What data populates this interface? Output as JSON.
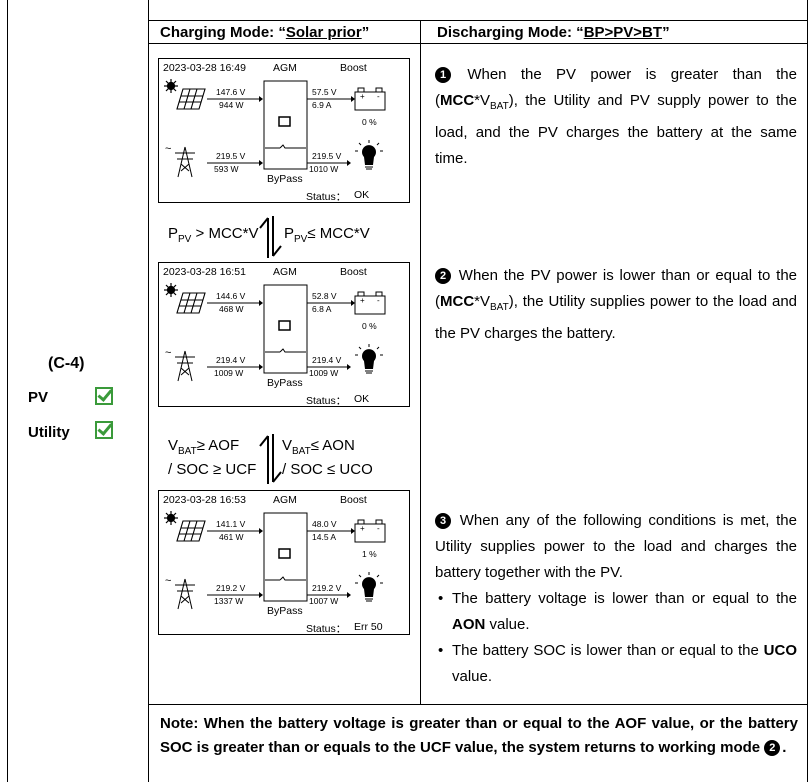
{
  "left": {
    "mode_code": "(C-4)",
    "pv_label": "PV",
    "utility_label": "Utility"
  },
  "header": {
    "charge_prefix": "Charging Mode: “",
    "charge_mode": "Solar prior",
    "charge_suffix": "”",
    "discharge_prefix": "Discharging Mode: “",
    "discharge_mode": "BP>PV>BT",
    "discharge_suffix": "”"
  },
  "screens": [
    {
      "datetime": "2023-03-28  16:49",
      "battery_type": "AGM",
      "stage": "Boost",
      "pv_v": "147.6 V",
      "pv_w": "944  W",
      "bat_v": "57.5 V",
      "bat_a": "6.9  A",
      "soc": "0 %",
      "grid_v": "219.5 V",
      "grid_w": "593  W",
      "load_v": "219.5 V",
      "load_w": "1010  W",
      "bypass": "ByPass",
      "status_label": "Status：",
      "status": "OK"
    },
    {
      "datetime": "2023-03-28  16:51",
      "battery_type": "AGM",
      "stage": "Boost",
      "pv_v": "144.6 V",
      "pv_w": "468  W",
      "bat_v": "52.8 V",
      "bat_a": "6.8  A",
      "soc": "0 %",
      "grid_v": "219.4 V",
      "grid_w": "1009  W",
      "load_v": "219.4 V",
      "load_w": "1009  W",
      "bypass": "ByPass",
      "status_label": "Status：",
      "status": "OK"
    },
    {
      "datetime": "2023-03-28  16:53",
      "battery_type": "AGM",
      "stage": "Boost",
      "pv_v": "141.1 V",
      "pv_w": "461  W",
      "bat_v": "48.0 V",
      "bat_a": "14.5 A",
      "soc": "1 %",
      "grid_v": "219.2 V",
      "grid_w": "1337  W",
      "load_v": "219.2 V",
      "load_w": "1007  W",
      "bypass": "ByPass",
      "status_label": "Status：",
      "status": "Err  50"
    }
  ],
  "transitions": {
    "t1_left_p": "P",
    "t1_left_sub": "PV",
    "t1_left_rest": " > MCC*V",
    "t1_right_p": "P",
    "t1_right_sub": "PV",
    "t1_right_rest": "≤ MCC*V",
    "t2_left_line1_v": "V",
    "t2_left_line1_sub": "BAT",
    "t2_left_line1_rest": "≥ AOF",
    "t2_left_line2": "/ SOC ≥ UCF",
    "t2_right_line1_v": "V",
    "t2_right_line1_sub": "BAT",
    "t2_right_line1_rest": "≤ AON",
    "t2_right_line2": "/ SOC ≤ UCO"
  },
  "desc": {
    "n1": "1",
    "p1a": " When the PV power is greater than the (",
    "p1b": "MCC",
    "p1c": "*V",
    "p1sub": "BAT",
    "p1d": "), the Utility and PV supply power to the load, and the PV charges the battery at the same time.",
    "n2": "2",
    "p2a": " When the PV power is lower than or equal to the (",
    "p2b": "MCC",
    "p2c": "*V",
    "p2sub": "BAT",
    "p2d": "), the Utility supplies power to the load and the PV charges the battery.",
    "n3": "3",
    "p3": " When any of the following conditions is met, the Utility supplies power to the load and charges the battery together with the PV.",
    "b1a": "The battery voltage is lower than or equal to the ",
    "b1b": "AON",
    "b1c": " value.",
    "b2a": "The battery SOC is lower than or equal to the ",
    "b2b": "UCO",
    "b2c": " value."
  },
  "note": {
    "text": "Note: When the battery voltage is greater than or equal to the AOF value, or the battery SOC is greater than or equals to the UCF value, the system returns to working mode ",
    "num": "2",
    "end": "."
  }
}
